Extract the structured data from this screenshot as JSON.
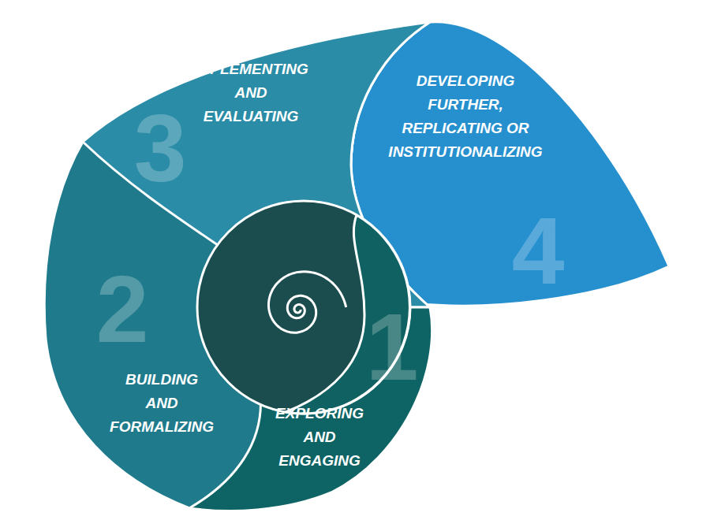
{
  "diagram": {
    "nodes": [
      {
        "text": [
          "1",
          "EXPLORING AND ENGAGING"
        ]
      },
      {
        "text": [
          "2",
          "BUILDING AND FORMALIZING"
        ]
      },
      {
        "text": [
          "3",
          "IMPLEMENTING AND EVALUATING"
        ]
      },
      {
        "text": [
          "4",
          "DEVELOPING FURTHER, REPLICATING OR INSTITUTIONALIZING"
        ]
      }
    ]
  }
}
